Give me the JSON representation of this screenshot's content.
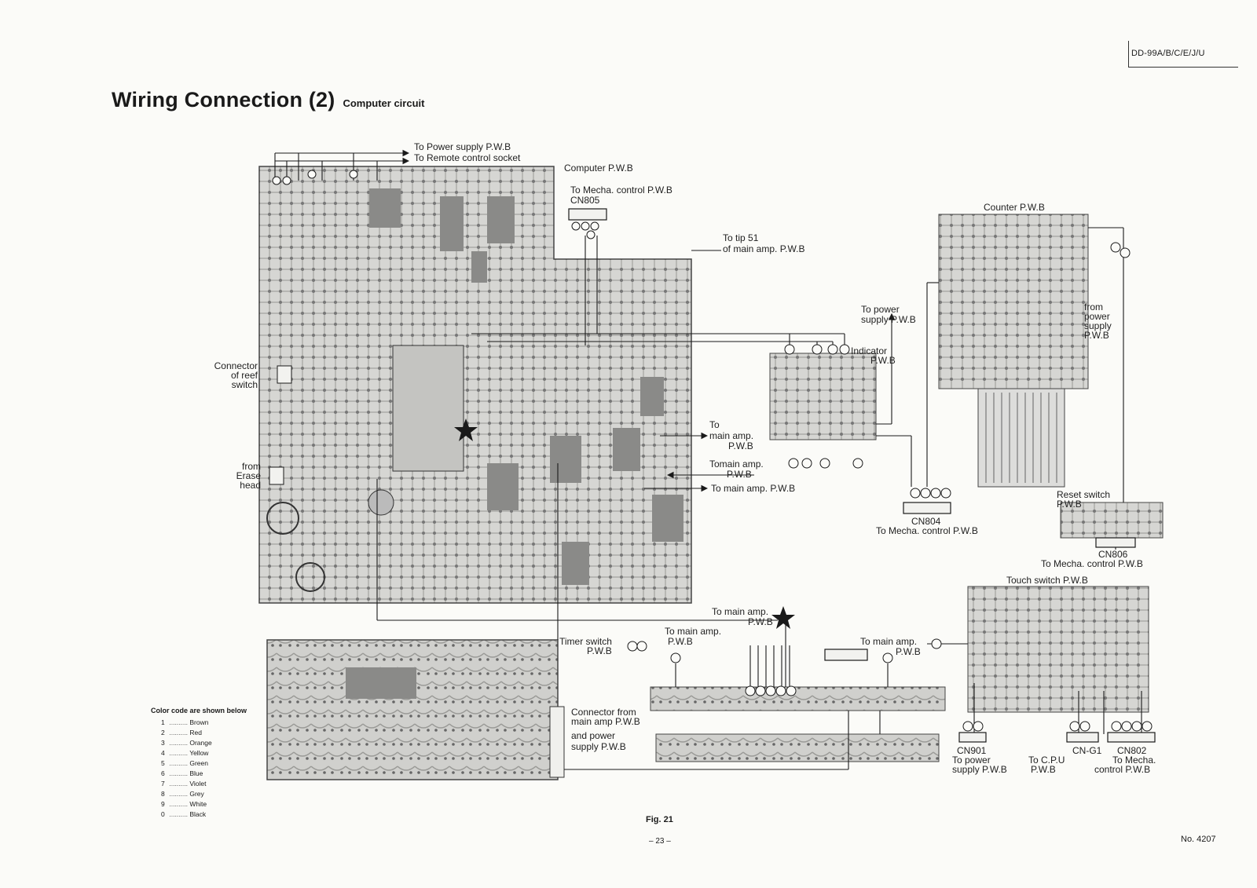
{
  "header": {
    "model": "DD-99A/B/C/E/J/U",
    "title": "Wiring Connection (2)",
    "subtitle": "Computer circuit"
  },
  "labels": {
    "to_power_supply": "To Power supply P.W.B",
    "to_remote": "To Remote control socket",
    "computer_pwb": "Computer P.W.B",
    "to_mecha_control_top": "To Mecha. control P.W.B",
    "cn805": "CN805",
    "to_tip": "To tip 51",
    "of_main_amp": "of main amp. P.W.B",
    "counter_pwb": "Counter P.W.B",
    "to_power_supply_right_1": "To power",
    "to_power_supply_right_2": "supply P.W.B",
    "indicator_1": "Indicator",
    "indicator_2": "P.W.B",
    "from_power_1": "from",
    "from_power_2": "power",
    "from_power_3": "supply",
    "from_power_4": "P.W.B",
    "connector_reef_1": "Connector",
    "connector_reef_2": "of reef",
    "connector_reef_3": "switch",
    "from_erase_1": "from",
    "from_erase_2": "Erase",
    "from_erase_3": "head",
    "to_main_amp_1a": "To",
    "to_main_amp_1b": "main amp.",
    "to_main_amp_1c": "P.W.B",
    "to_main_amp_2a": "Tomain amp.",
    "to_main_amp_2b": "P.W.B",
    "to_main_amp_3": "To main amp. P.W.B",
    "cn804": "CN804",
    "to_mecha_cn804": "To Mecha. control P.W.B",
    "reset_switch_1": "Reset switch",
    "reset_switch_2": "P.W.B",
    "cn806": "CN806",
    "to_mecha_cn806": "To Mecha. control P.W.B",
    "touch_switch": "Touch switch P.W.B",
    "to_main_amp_star_1": "To main amp.",
    "to_main_amp_star_2": "P.W.B",
    "timer_switch_1": "Timer switch",
    "timer_switch_2": "P.W.B",
    "to_main_amp_4a": "To main amp.",
    "to_main_amp_4b": "P.W.B",
    "to_main_amp_5a": "To main amp.",
    "to_main_amp_5b": "P.W.B",
    "connector_from_1": "Connector from",
    "connector_from_2": "main amp  P.W.B",
    "connector_from_3": "and power",
    "connector_from_4": "supply P.W.B",
    "cn901": "CN901",
    "cn901_to_1": "To power",
    "cn901_to_2": "supply P.W.B",
    "cng1": "CN-G1",
    "cng1_to_1": "To C.P.U",
    "cng1_to_2": "P.W.B",
    "cn802": "CN802",
    "cn802_to_1": "To Mecha.",
    "cn802_to_2": "control P.W.B"
  },
  "legend": {
    "title": "Color code are shown below",
    "items": [
      {
        "num": "1",
        "color": "Brown"
      },
      {
        "num": "2",
        "color": "Red"
      },
      {
        "num": "3",
        "color": "Orange"
      },
      {
        "num": "4",
        "color": "Yellow"
      },
      {
        "num": "5",
        "color": "Green"
      },
      {
        "num": "6",
        "color": "Blue"
      },
      {
        "num": "7",
        "color": "Violet"
      },
      {
        "num": "8",
        "color": "Grey"
      },
      {
        "num": "9",
        "color": "White"
      },
      {
        "num": "0",
        "color": "Black"
      }
    ]
  },
  "footer": {
    "figure": "Fig. 21",
    "page": "– 23 –",
    "doc_no": "No. 4207"
  },
  "style": {
    "board_fill": "#d9d9d6",
    "board_trace": "#8d8d8a",
    "ink": "#1a1a1a"
  }
}
